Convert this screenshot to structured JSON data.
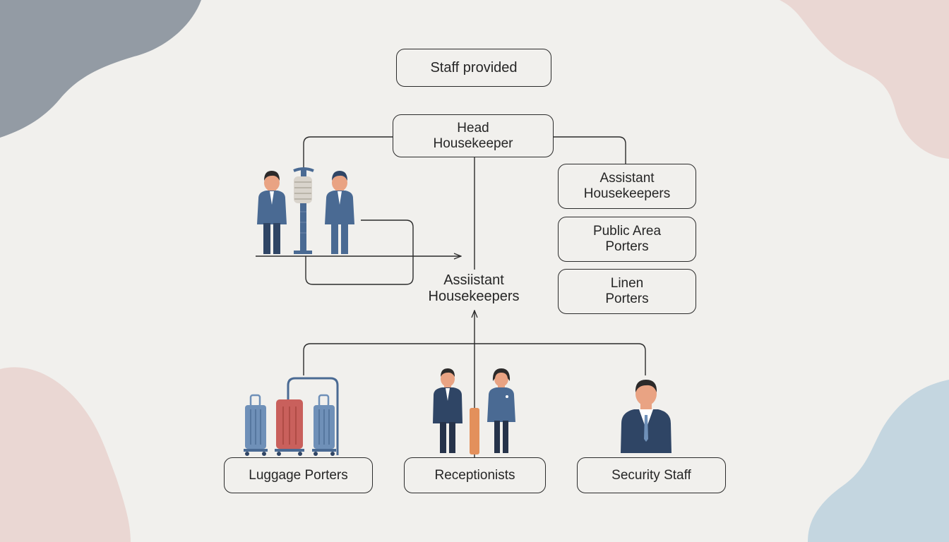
{
  "diagram": {
    "title": "Staff provided",
    "head": [
      "Head",
      "Housekeeper"
    ],
    "center_label": [
      "Assiistant",
      "Housekeepers"
    ],
    "right_column": [
      [
        "Assistant",
        "Housekeepers"
      ],
      [
        "Public Area",
        "Porters"
      ],
      [
        "Linen",
        "Porters"
      ]
    ],
    "bottom_row": [
      "Luggage Porters",
      "Receptionists",
      "Security Staff"
    ]
  },
  "colors": {
    "background": "#f1f0ed",
    "line": "#2b2b2b",
    "suit_blue": "#4a6a93",
    "suit_navy": "#2f4565",
    "luggage_blue": "#6f90b8",
    "luggage_red": "#c9605c",
    "skin": "#e9a383",
    "accent_orange": "#e3905c",
    "corner_gray": "#939ba4",
    "corner_pink": "#ead7d3",
    "corner_blue": "#c4d6e0"
  },
  "icons": [
    "staff-figure-icon",
    "coat-stand-icon",
    "luggage-cart-icon",
    "suitcase-icon",
    "receptionist-figure-icon",
    "security-person-icon"
  ]
}
